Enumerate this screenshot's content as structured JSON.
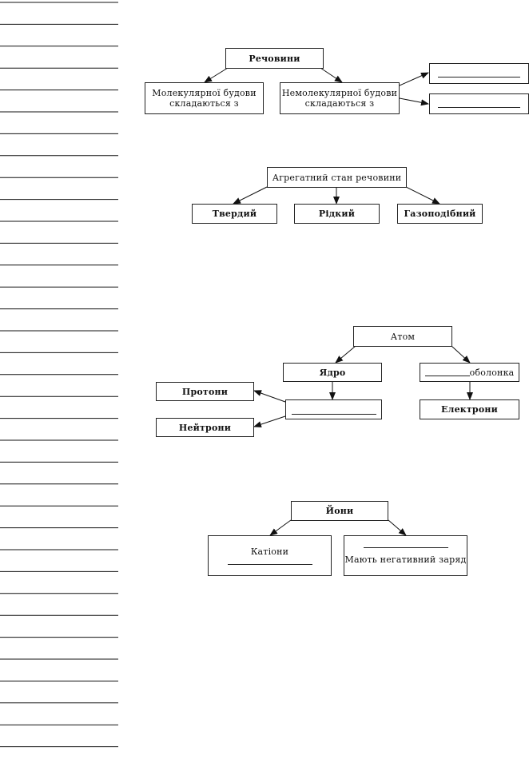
{
  "diagram1": {
    "root": "Речовини",
    "molecular": [
      "Молекулярної будови",
      "складаються з"
    ],
    "nonmolecular": [
      "Немолекулярної будови",
      "складаються з"
    ]
  },
  "diagram2": {
    "root": "Агрегатний стан речовини",
    "states": [
      "Твердий",
      "Рідкий",
      "Газоподібний"
    ]
  },
  "diagram3": {
    "root": "Атом",
    "nucleus": "Ядро",
    "shell_suffix": "оболонка",
    "electrons": "Електрони",
    "protons": "Протони",
    "neutrons": "Нейтрони"
  },
  "diagram4": {
    "root": "Йони",
    "cations": "Катіони",
    "anions_desc": "Мають негативний заряд"
  }
}
